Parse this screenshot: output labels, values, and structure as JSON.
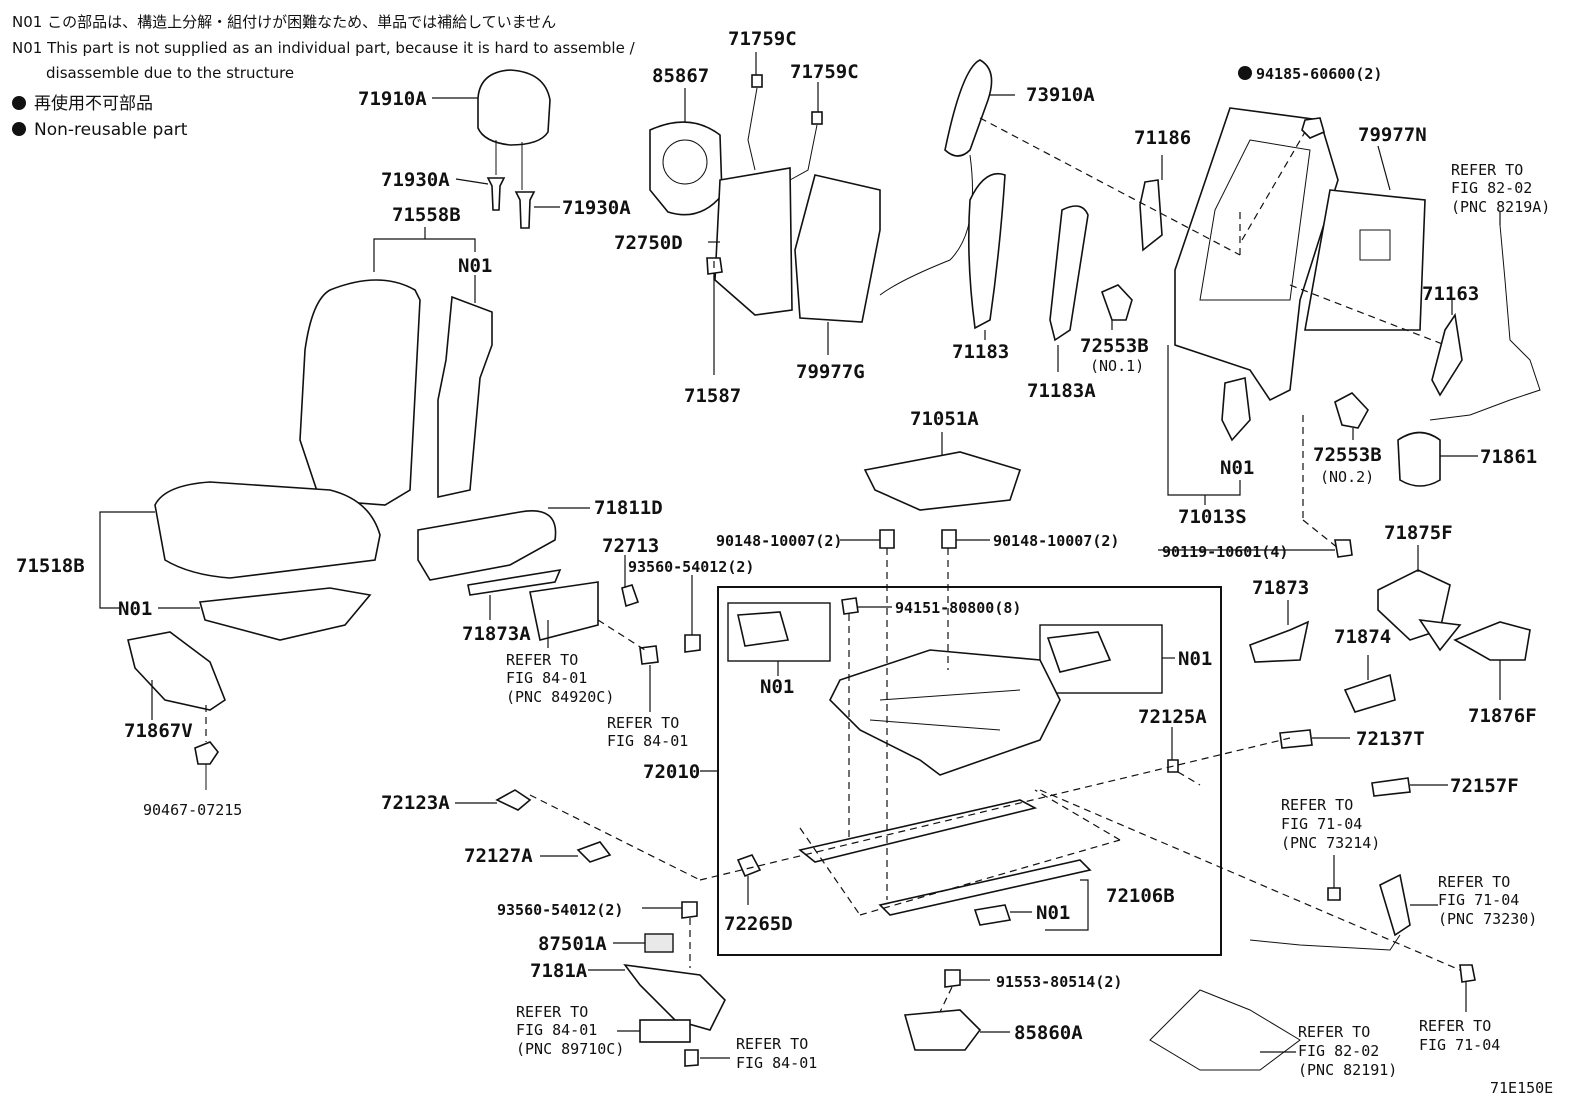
{
  "notes": {
    "n01_jp": "N01 この部品は、構造上分解・組付けが困難なため、単品では補給していません",
    "n01_en_1": "N01 This part is not supplied as an individual part, because it is hard to assemble /",
    "n01_en_2": "disassemble due to the structure",
    "nonreuse_jp": "再使用不可部品",
    "nonreuse_en": "Non-reusable part"
  },
  "figure_code": "71E150E",
  "labels": {
    "l71910A": "71910A",
    "l71930A_1": "71930A",
    "l71930A_2": "71930A",
    "l71558B": "71558B",
    "n01_a": "N01",
    "l71518B": "71518B",
    "n01_b": "N01",
    "l71867V": "71867V",
    "l90467": "90467-07215",
    "l85867": "85867",
    "l71759C_1": "71759C",
    "l71759C_2": "71759C",
    "l72750D": "72750D",
    "l71587": "71587",
    "l79977G": "79977G",
    "l73910A": "73910A",
    "l71183": "71183",
    "l71186": "71186",
    "l71183A": "71183A",
    "l72553B_1": "72553B",
    "no1": "(NO.1)",
    "l94185": "94185-60600(2)",
    "l79977N": "79977N",
    "l71163": "71163",
    "n01_c": "N01",
    "l71013S": "71013S",
    "l72553B_2": "72553B",
    "no2": "(NO.2)",
    "l71861": "71861",
    "l90119": "90119-10601(4)",
    "l71811D": "71811D",
    "l72713": "72713",
    "l93560_1": "93560-54012(2)",
    "l71873A": "71873A",
    "l71051A": "71051A",
    "l90148_1": "90148-10007(2)",
    "l90148_2": "90148-10007(2)",
    "l94151": "94151-80800(8)",
    "n01_d": "N01",
    "n01_e": "N01",
    "l72010": "72010",
    "l72123A": "72123A",
    "l72127A": "72127A",
    "l72265D": "72265D",
    "l72106B": "72106B",
    "n01_f": "N01",
    "l93560_2": "93560-54012(2)",
    "l87501A": "87501A",
    "l7181A": "7181A",
    "l91553": "91553-80514(2)",
    "l85860A": "85860A",
    "l71873": "71873",
    "l71875F": "71875F",
    "l71874": "71874",
    "l71876F": "71876F",
    "l72125A": "72125A",
    "l72137T": "72137T",
    "l72157F": "72157F"
  },
  "refs": {
    "r8219A": [
      "REFER TO",
      "FIG 82-02",
      "(PNC 8219A)"
    ],
    "r84920C": [
      "REFER TO",
      "FIG 84-01",
      "(PNC 84920C)"
    ],
    "r8401a": [
      "REFER TO",
      "FIG 84-01"
    ],
    "r73214": [
      "REFER TO",
      "FIG 71-04",
      "(PNC 73214)"
    ],
    "r73230": [
      "REFER TO",
      "FIG 71-04",
      "(PNC 73230)"
    ],
    "r89710C": [
      "REFER TO",
      "FIG 84-01",
      "(PNC 89710C)"
    ],
    "r8401b": [
      "REFER TO",
      "FIG 84-01"
    ],
    "r82191": [
      "REFER TO",
      "FIG 82-02",
      "(PNC 82191)"
    ],
    "r7104": [
      "REFER TO",
      "FIG 71-04"
    ]
  },
  "icons": {
    "bullet": "filled-circle-icon"
  }
}
